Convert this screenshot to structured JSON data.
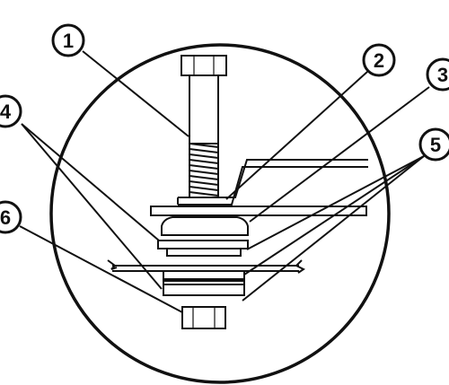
{
  "diagram": {
    "callouts": [
      {
        "id": "1",
        "label": "1"
      },
      {
        "id": "2",
        "label": "2"
      },
      {
        "id": "3",
        "label": "3"
      },
      {
        "id": "4",
        "label": "4"
      },
      {
        "id": "5",
        "label": "5"
      },
      {
        "id": "6",
        "label": "6"
      }
    ],
    "colors": {
      "stroke": "#111111",
      "background": "#ffffff"
    }
  }
}
